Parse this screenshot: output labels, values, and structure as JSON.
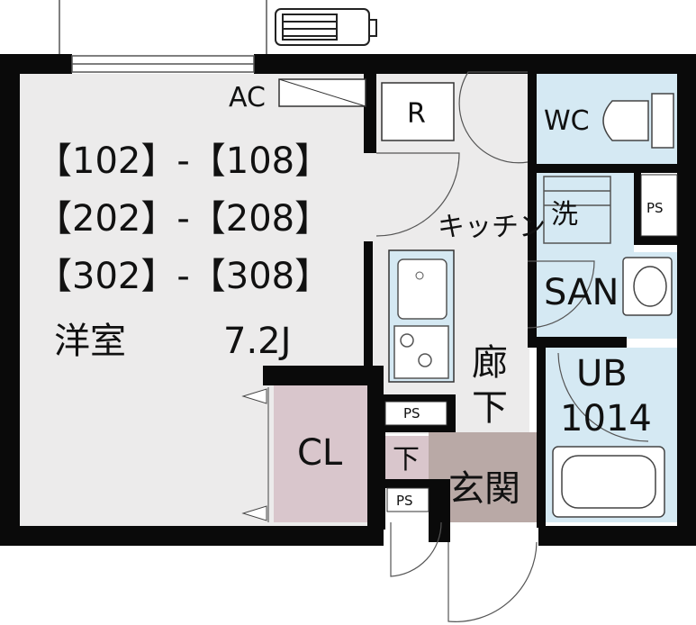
{
  "units": [
    "【102】-【108】",
    "【202】-【208】",
    "【302】-【308】"
  ],
  "rooms": {
    "western_room": "洋室",
    "western_room_size": "7.2J",
    "ac": "AC",
    "refrigerator": "R",
    "kitchen": "キッチン",
    "toilet": "WC",
    "washer": "洗",
    "sanitary": "SAN",
    "unit_bath": "UB",
    "unit_bath_size": "1014",
    "corridor_1": "廊",
    "corridor_2": "下",
    "closet": "CL",
    "shoe_storage": "下",
    "entrance": "玄関",
    "ps_1": "PS",
    "ps_2": "PS",
    "ps_3": "PS"
  },
  "colors": {
    "wall": "#0a0a0a",
    "room_floor": "#ecebeb",
    "wet_area": "#d5e9f3",
    "closet": "#d9c6cc",
    "entrance": "#b9a9a6",
    "fixture": "#7a7a7a"
  }
}
